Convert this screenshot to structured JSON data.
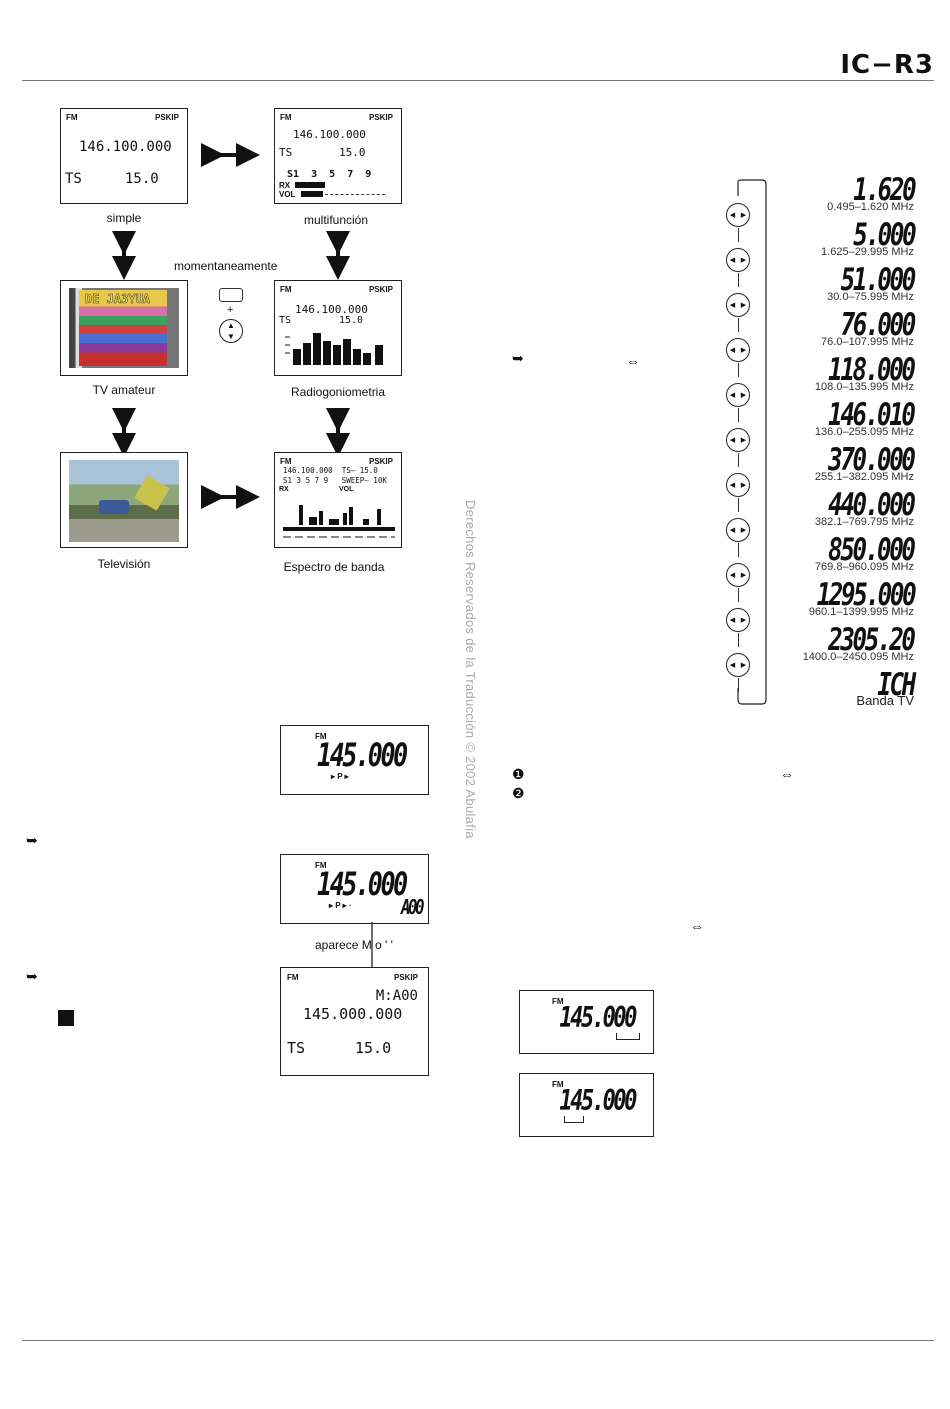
{
  "header": {
    "model": "IC−R3"
  },
  "modes": {
    "simple": {
      "caption": "simple",
      "mode": "FM",
      "pskip": "PSKIP",
      "freq": "146.100.000",
      "ts_label": "TS",
      "ts_value": "15.0"
    },
    "multi": {
      "caption": "multifunción",
      "mode": "FM",
      "pskip": "PSKIP",
      "freq": "146.100.000",
      "ts_label": "TS",
      "ts_value": "15.0",
      "smeter": "S1  3  5  7  9",
      "rx": "RX",
      "vol": "VOL"
    },
    "momentary": "momentaneamente",
    "plus": "+",
    "tv_amateur": {
      "caption": "TV amateur",
      "test_text": "DE JA3YUA"
    },
    "radiogonio": {
      "caption": "Radiogoniometria",
      "mode": "FM",
      "pskip": "PSKIP",
      "freq": "146.100.000",
      "ts_label": "TS",
      "ts_value": "15.0"
    },
    "television": {
      "caption": "Televisión"
    },
    "spectrum": {
      "caption": "Espectro de banda",
      "mode": "FM",
      "pskip": "PSKIP",
      "line1": "146.100.000  TS– 15.0",
      "line2": "S1 3 5 7 9   SWEEP– 10K",
      "rx": "RX",
      "vol": "VOL"
    }
  },
  "watermark": "Derechos Reservados de la Traducción © 2002 Abulafia",
  "bands": [
    {
      "value": "1.620",
      "range": "0.495–1.620 MHz"
    },
    {
      "value": "5.000",
      "range": "1.625–29.995 MHz"
    },
    {
      "value": "51.000",
      "range": "30.0–75.995 MHz"
    },
    {
      "value": "76.000",
      "range": "76.0–107.995 MHz"
    },
    {
      "value": "118.000",
      "range": "108.0–135.995 MHz"
    },
    {
      "value": "146.010",
      "range": "136.0–255.095 MHz"
    },
    {
      "value": "370.000",
      "range": "255.1–382.095 MHz"
    },
    {
      "value": "440.000",
      "range": "382.1–769.795 MHz"
    },
    {
      "value": "850.000",
      "range": "769.8–960.095 MHz"
    },
    {
      "value": "1295.000",
      "range": "960.1–1399.995 MHz"
    },
    {
      "value": "2305.20",
      "range": "1400.0–2450.095 MHz"
    },
    {
      "value": "ICH",
      "range": "Banda TV"
    }
  ],
  "symbols": {
    "arrow": "➥",
    "swap": "⇔",
    "num1": "❶",
    "num2": "❷"
  },
  "lower_left": {
    "lcd1": {
      "mode": "FM",
      "freq": "145.000",
      "sub": "▸ P ▸"
    },
    "lcd2": {
      "mode": "FM",
      "freq": "145.000",
      "sub": "▸ P ▸ ·",
      "mem": "A00"
    },
    "appears": "aparece M o ' '",
    "lcd3": {
      "mode": "FM",
      "pskip": "PSKIP",
      "mem": "M:A00",
      "freq": "145.000.000",
      "ts_label": "TS",
      "ts_value": "15.0"
    }
  },
  "lower_right": {
    "lcd1": {
      "mode": "FM",
      "freq": "145.000"
    },
    "lcd2": {
      "mode": "FM",
      "freq": "145.000"
    }
  }
}
